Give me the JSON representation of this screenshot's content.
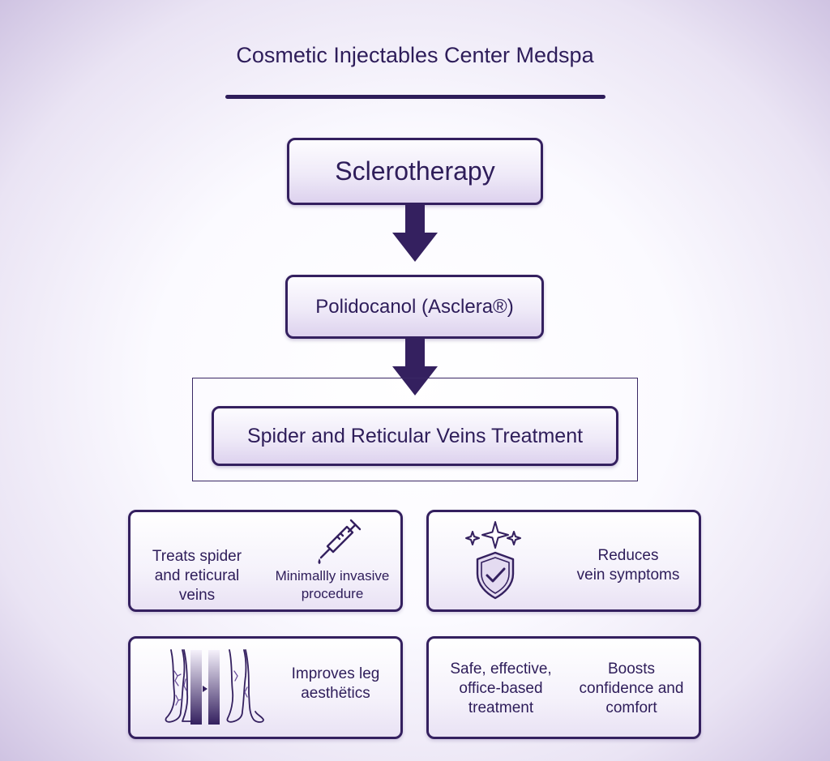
{
  "header": {
    "title": "Cosmetic Injectables Center Medspa"
  },
  "flow": {
    "step1": "Sclerotherapy",
    "step2": "Polidocanol (Asclera®)",
    "step3": "Spider and Reticular Veins Treatment"
  },
  "benefits": {
    "card1": {
      "left_text": "Treats spider\nand reticural\nveins",
      "right_text": "Minimallly invasive\nprocedure",
      "icon": "syringe-icon"
    },
    "card2": {
      "icon": "shield-check-sparkle-icon",
      "text": "Reduces\nvein symptoms"
    },
    "card3": {
      "icon": "legs-before-after-icon",
      "text": "Improves leg\naesthëtics"
    },
    "card4": {
      "left_text": "Safe, effective,\noffice-based\ntreatment",
      "right_text": "Boosts\nconfidence and\ncomfort"
    }
  },
  "colors": {
    "primary": "#2e1d5a",
    "border": "#34205f",
    "box_fill": "#ddd2ee",
    "background_edge": "#cfc3e2"
  }
}
